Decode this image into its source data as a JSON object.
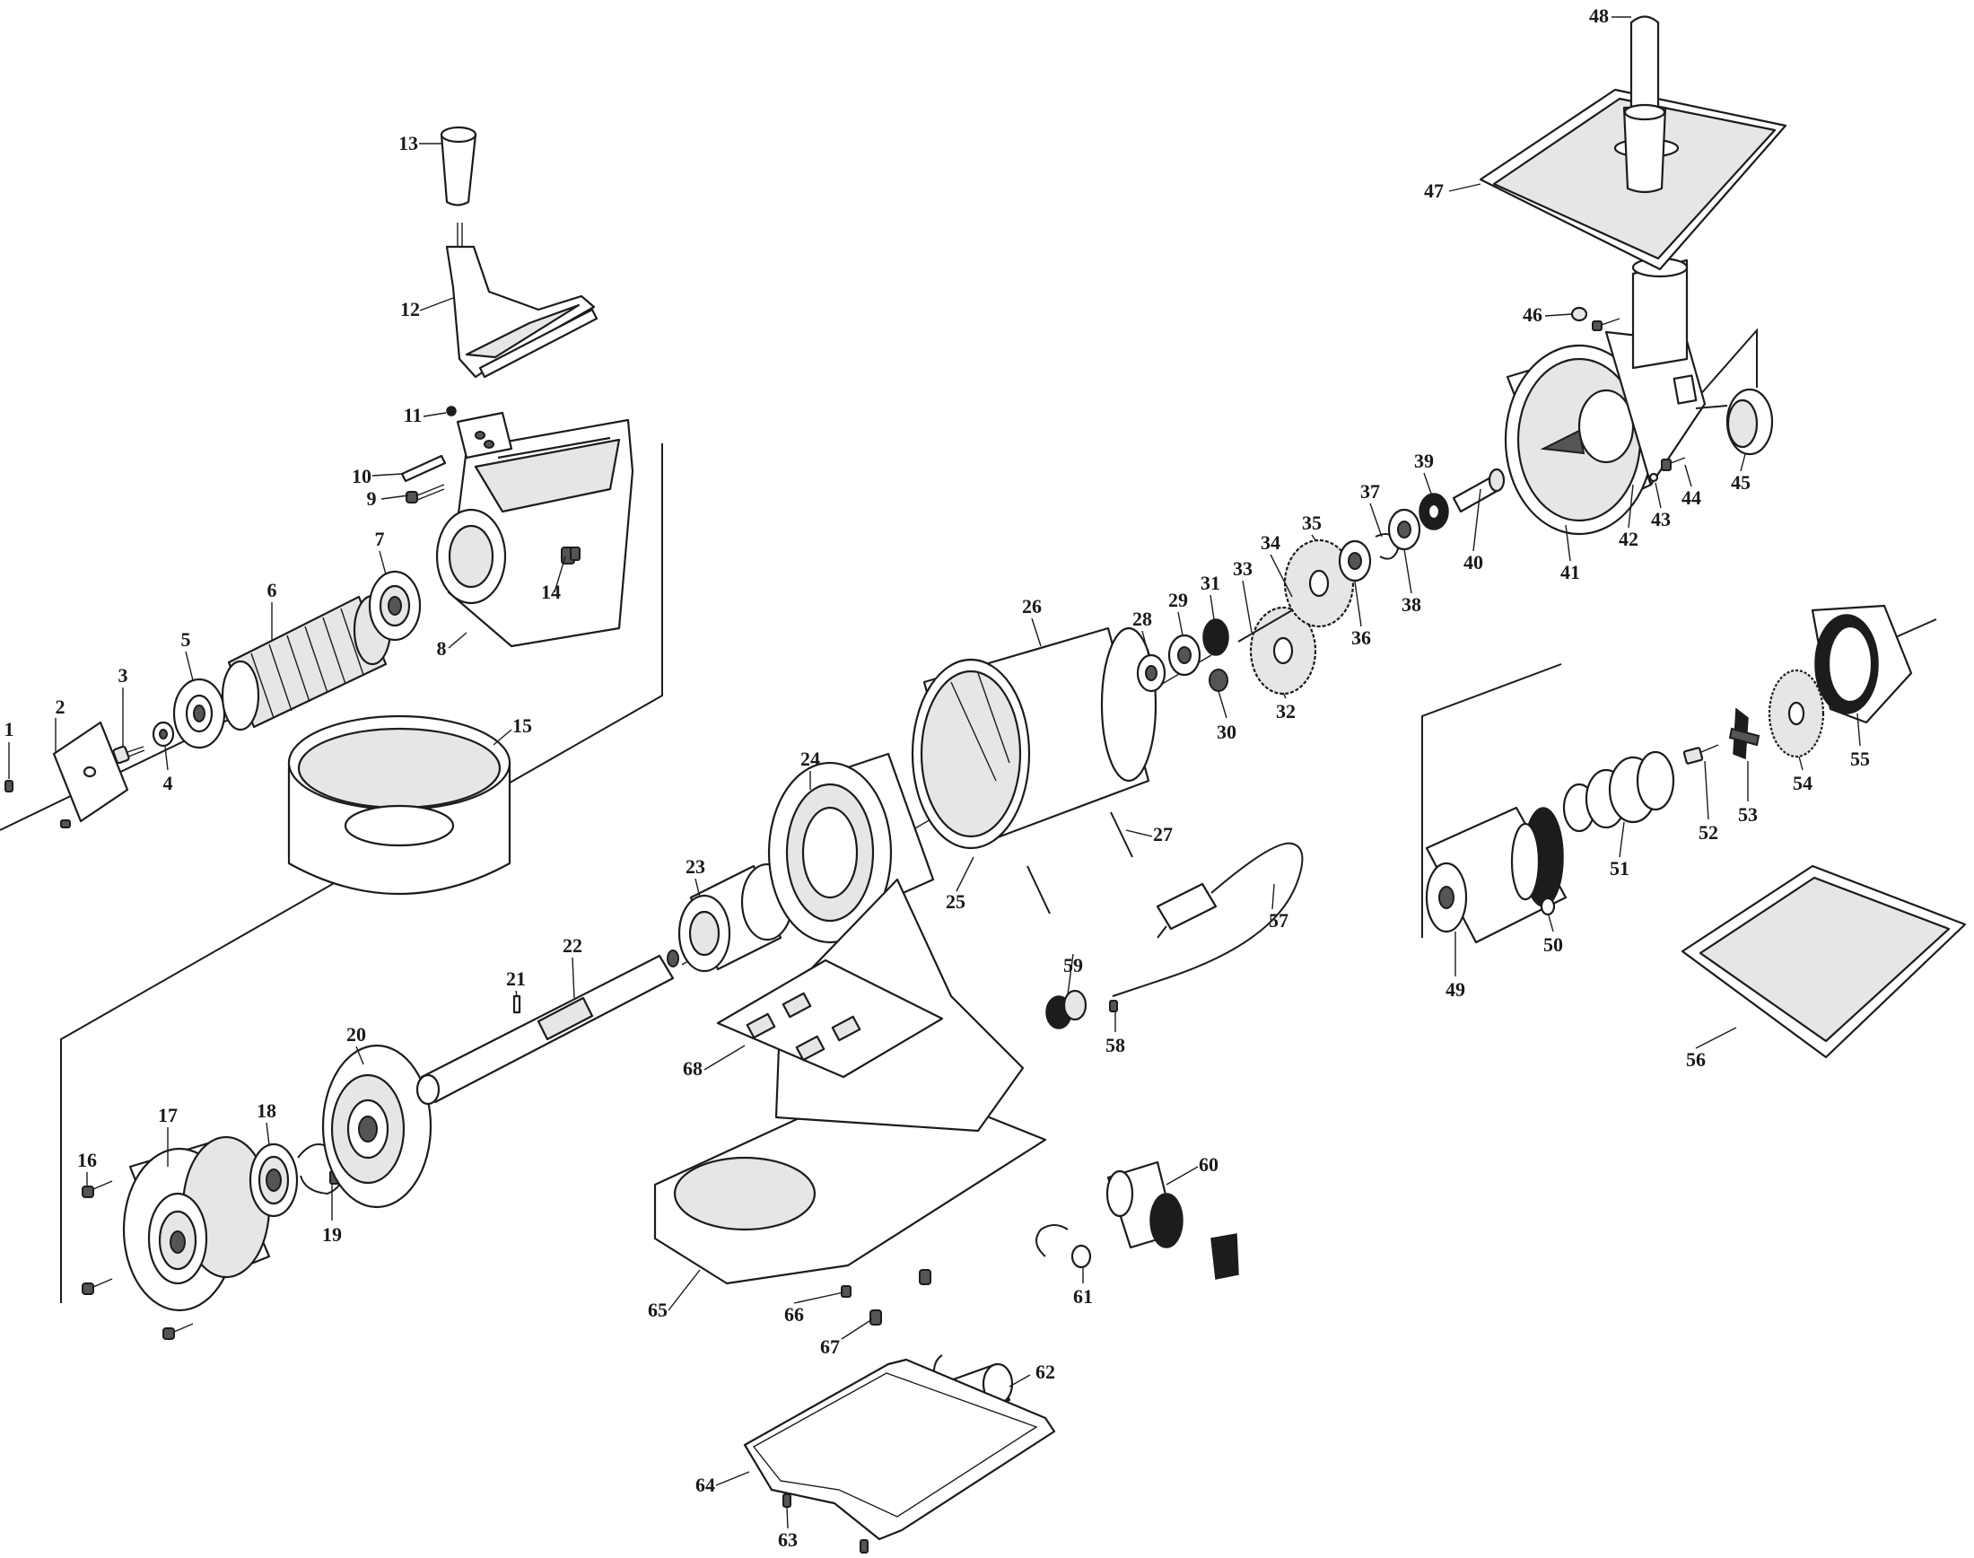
{
  "labels": [
    "1",
    "2",
    "3",
    "4",
    "5",
    "6",
    "7",
    "8",
    "9",
    "10",
    "11",
    "12",
    "13",
    "14",
    "15",
    "16",
    "17",
    "18",
    "19",
    "20",
    "21",
    "22",
    "23",
    "24",
    "25",
    "26",
    "27",
    "28",
    "29",
    "30",
    "31",
    "32",
    "33",
    "34",
    "35",
    "36",
    "37",
    "38",
    "39",
    "40",
    "41",
    "42",
    "43",
    "44",
    "45",
    "46",
    "47",
    "48",
    "49",
    "50",
    "51",
    "52",
    "53",
    "54",
    "55",
    "56",
    "57",
    "58",
    "59",
    "60",
    "61",
    "62",
    "63",
    "64",
    "65",
    "66",
    "67",
    "68"
  ]
}
